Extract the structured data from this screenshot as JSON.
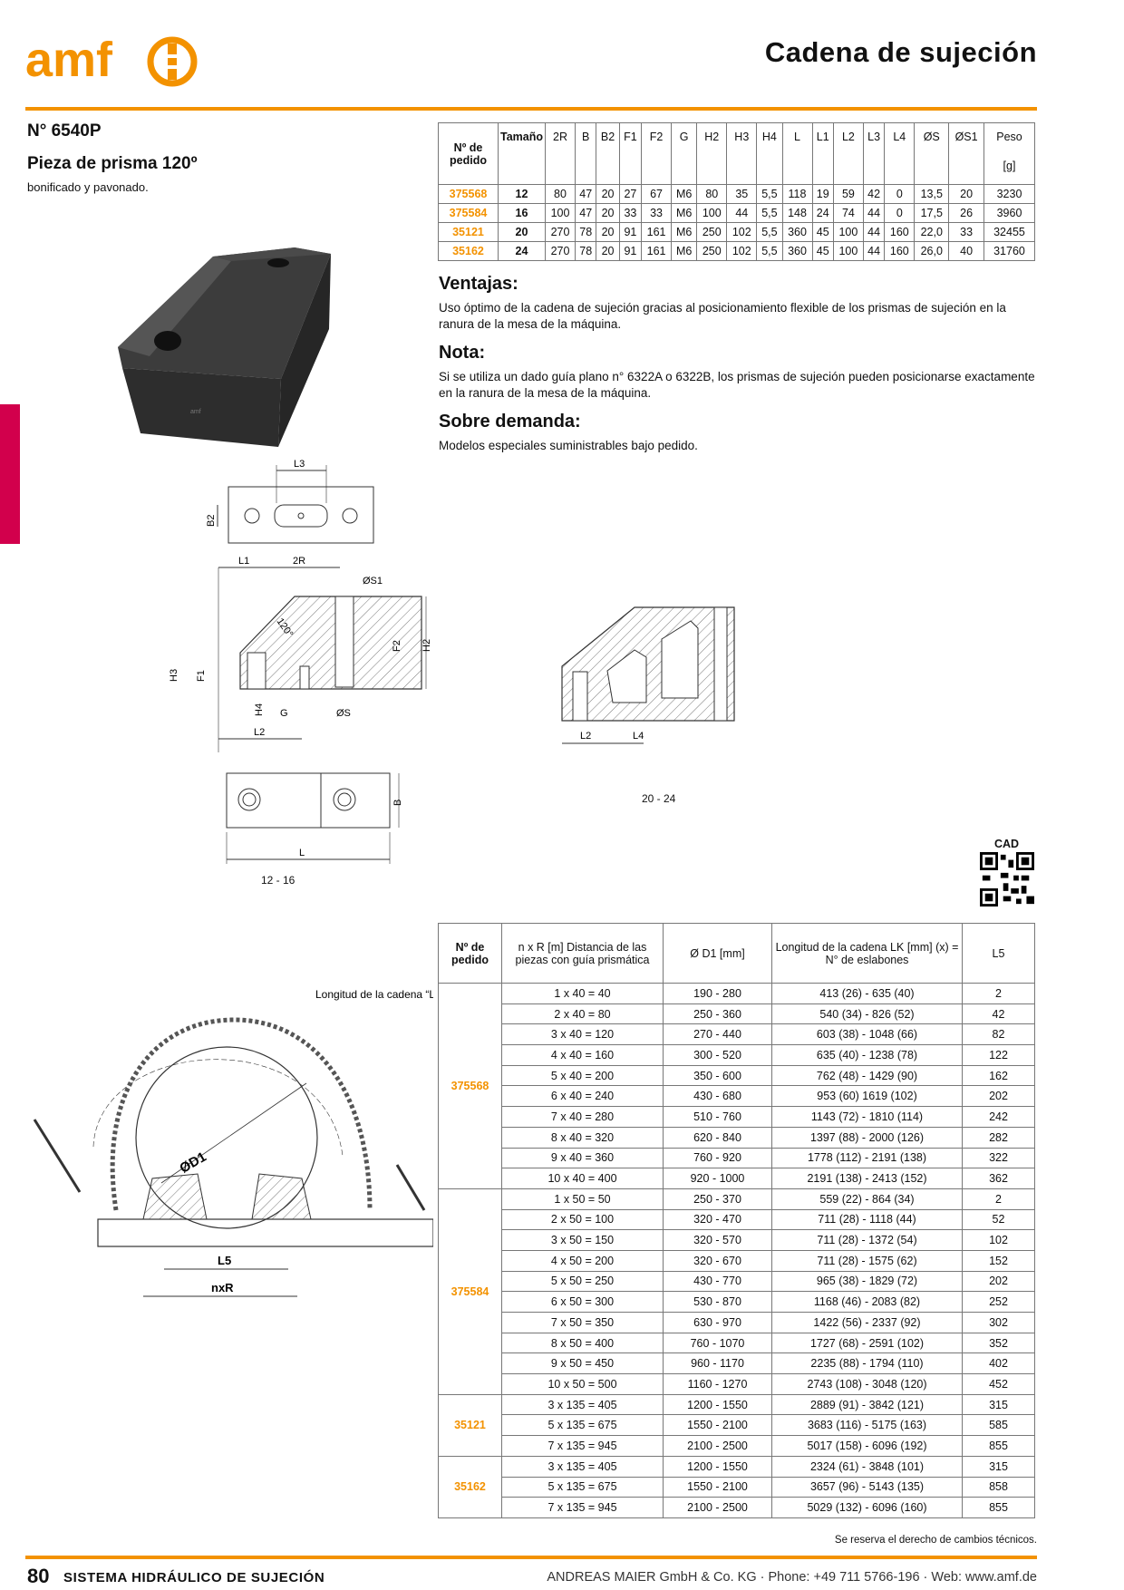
{
  "header": {
    "logo_text": "amf",
    "title": "Cadena de sujeción",
    "accent_color": "#f39200",
    "tab_color": "#d2004c"
  },
  "article": {
    "number": "N° 6540P",
    "name": "Pieza de prisma 120º",
    "description": "bonificado y pavonado."
  },
  "spec_table": {
    "headers": {
      "order": "Nº de pedido",
      "size": "Tamaño",
      "cols": [
        "2R",
        "B",
        "B2",
        "F1",
        "F2",
        "G",
        "H2",
        "H3",
        "H4",
        "L",
        "L1",
        "L2",
        "L3",
        "L4",
        "ØS",
        "ØS1"
      ],
      "weight": "Peso",
      "weight_unit": "[g]"
    },
    "rows": [
      {
        "order": "375568",
        "size": "12",
        "values": [
          "80",
          "47",
          "20",
          "27",
          "67",
          "M6",
          "80",
          "35",
          "5,5",
          "118",
          "19",
          "59",
          "42",
          "0",
          "13,5",
          "20"
        ],
        "weight": "3230"
      },
      {
        "order": "375584",
        "size": "16",
        "values": [
          "100",
          "47",
          "20",
          "33",
          "33",
          "M6",
          "100",
          "44",
          "5,5",
          "148",
          "24",
          "74",
          "44",
          "0",
          "17,5",
          "26"
        ],
        "weight": "3960"
      },
      {
        "order": "35121",
        "size": "20",
        "values": [
          "270",
          "78",
          "20",
          "91",
          "161",
          "M6",
          "250",
          "102",
          "5,5",
          "360",
          "45",
          "100",
          "44",
          "160",
          "22,0",
          "33"
        ],
        "weight": "32455"
      },
      {
        "order": "35162",
        "size": "24",
        "values": [
          "270",
          "78",
          "20",
          "91",
          "161",
          "M6",
          "250",
          "102",
          "5,5",
          "360",
          "45",
          "100",
          "44",
          "160",
          "26,0",
          "40"
        ],
        "weight": "31760"
      }
    ]
  },
  "sections": {
    "advantages_title": "Ventajas:",
    "advantages_text": "Uso óptimo de la cadena de sujeción gracias al posicionamiento flexible de los prismas de sujeción en la ranura de la mesa de la máquina.",
    "note_title": "Nota:",
    "note_text": "Si se utiliza un dado guía plano n° 6322A o 6322B, los prismas de sujeción pueden posicionarse exactamente en la ranura de la mesa de la máquina.",
    "demand_title": "Sobre demanda:",
    "demand_text": "Modelos especiales suministrables bajo pedido."
  },
  "drawings": {
    "labels": {
      "L3": "L3",
      "B2": "B2",
      "L1": "L1",
      "2R": "2R",
      "S1": "ØS1",
      "angle": "120°",
      "H3": "H3",
      "F1": "F1",
      "F2": "F2",
      "H2": "H2",
      "H4": "H4",
      "G": "G",
      "S": "ØS",
      "L2": "L2",
      "B": "B",
      "L": "L",
      "L4": "L4"
    },
    "caption_small": "12 - 16",
    "caption_large": "20 - 24",
    "chain_length_label": "Longitud de la cadena “LK“",
    "D1": "ØD1",
    "L5": "L5",
    "nxR": "nxR"
  },
  "cad_label": "CAD",
  "chain_table": {
    "headers": {
      "order": "Nº de pedido",
      "nxr": "n x R [m] Distancia de las piezas con guía prismática",
      "d1": "Ø D1 [mm]",
      "lk": "Longitud de la cadena LK [mm] (x) = N° de eslabones",
      "l5": "L5"
    },
    "groups": [
      {
        "order": "375568",
        "rows": [
          [
            "1 x 40 = 40",
            "190 - 280",
            "413 (26) - 635 (40)",
            "2"
          ],
          [
            "2 x 40 = 80",
            "250 - 360",
            "540 (34) - 826 (52)",
            "42"
          ],
          [
            "3 x 40 = 120",
            "270 - 440",
            "603 (38) - 1048 (66)",
            "82"
          ],
          [
            "4 x 40 = 160",
            "300 - 520",
            "635 (40) - 1238 (78)",
            "122"
          ],
          [
            "5 x 40 = 200",
            "350 - 600",
            "762 (48) - 1429 (90)",
            "162"
          ],
          [
            "6 x 40 = 240",
            "430 - 680",
            "953 (60) 1619 (102)",
            "202"
          ],
          [
            "7 x 40 = 280",
            "510 - 760",
            "1143 (72) - 1810 (114)",
            "242"
          ],
          [
            "8 x 40 = 320",
            "620 - 840",
            "1397 (88) - 2000 (126)",
            "282"
          ],
          [
            "9 x 40 = 360",
            "760 - 920",
            "1778 (112) - 2191 (138)",
            "322"
          ],
          [
            "10 x 40 = 400",
            "920 - 1000",
            "2191 (138) - 2413 (152)",
            "362"
          ]
        ]
      },
      {
        "order": "375584",
        "rows": [
          [
            "1 x 50 = 50",
            "250 - 370",
            "559 (22) - 864 (34)",
            "2"
          ],
          [
            "2 x 50 = 100",
            "320 - 470",
            "711 (28) - 1118 (44)",
            "52"
          ],
          [
            "3 x 50 = 150",
            "320 - 570",
            "711 (28) - 1372 (54)",
            "102"
          ],
          [
            "4 x 50 = 200",
            "320 - 670",
            "711 (28) - 1575 (62)",
            "152"
          ],
          [
            "5 x 50 = 250",
            "430 - 770",
            "965 (38) - 1829 (72)",
            "202"
          ],
          [
            "6 x 50 = 300",
            "530 - 870",
            "1168 (46) - 2083 (82)",
            "252"
          ],
          [
            "7 x 50 = 350",
            "630 - 970",
            "1422 (56) - 2337 (92)",
            "302"
          ],
          [
            "8 x 50 = 400",
            "760 - 1070",
            "1727 (68) - 2591 (102)",
            "352"
          ],
          [
            "9 x 50 = 450",
            "960 - 1170",
            "2235 (88) - 1794 (110)",
            "402"
          ],
          [
            "10 x 50 = 500",
            "1160 - 1270",
            "2743 (108) - 3048 (120)",
            "452"
          ]
        ]
      },
      {
        "order": "35121",
        "rows": [
          [
            "3 x 135 = 405",
            "1200 - 1550",
            "2889 (91) - 3842 (121)",
            "315"
          ],
          [
            "5 x 135 = 675",
            "1550 - 2100",
            "3683 (116) - 5175 (163)",
            "585"
          ],
          [
            "7 x 135 = 945",
            "2100 - 2500",
            "5017 (158) - 6096 (192)",
            "855"
          ]
        ]
      },
      {
        "order": "35162",
        "rows": [
          [
            "3 x 135 = 405",
            "1200 - 1550",
            "2324 (61) - 3848 (101)",
            "315"
          ],
          [
            "5 x 135 = 675",
            "1550 - 2100",
            "3657 (96) - 5143 (135)",
            "858"
          ],
          [
            "7 x 135 = 945",
            "2100 - 2500",
            "5029 (132) - 6096 (160)",
            "855"
          ]
        ]
      }
    ]
  },
  "footer": {
    "rights_note": "Se reserva el derecho de cambios técnicos.",
    "page_number": "80",
    "section": "SISTEMA HIDRÁULICO DE SUJECIÓN",
    "company": "ANDREAS MAIER GmbH & Co. KG · Phone: +49 711 5766-196 · Web: www.amf.de"
  }
}
